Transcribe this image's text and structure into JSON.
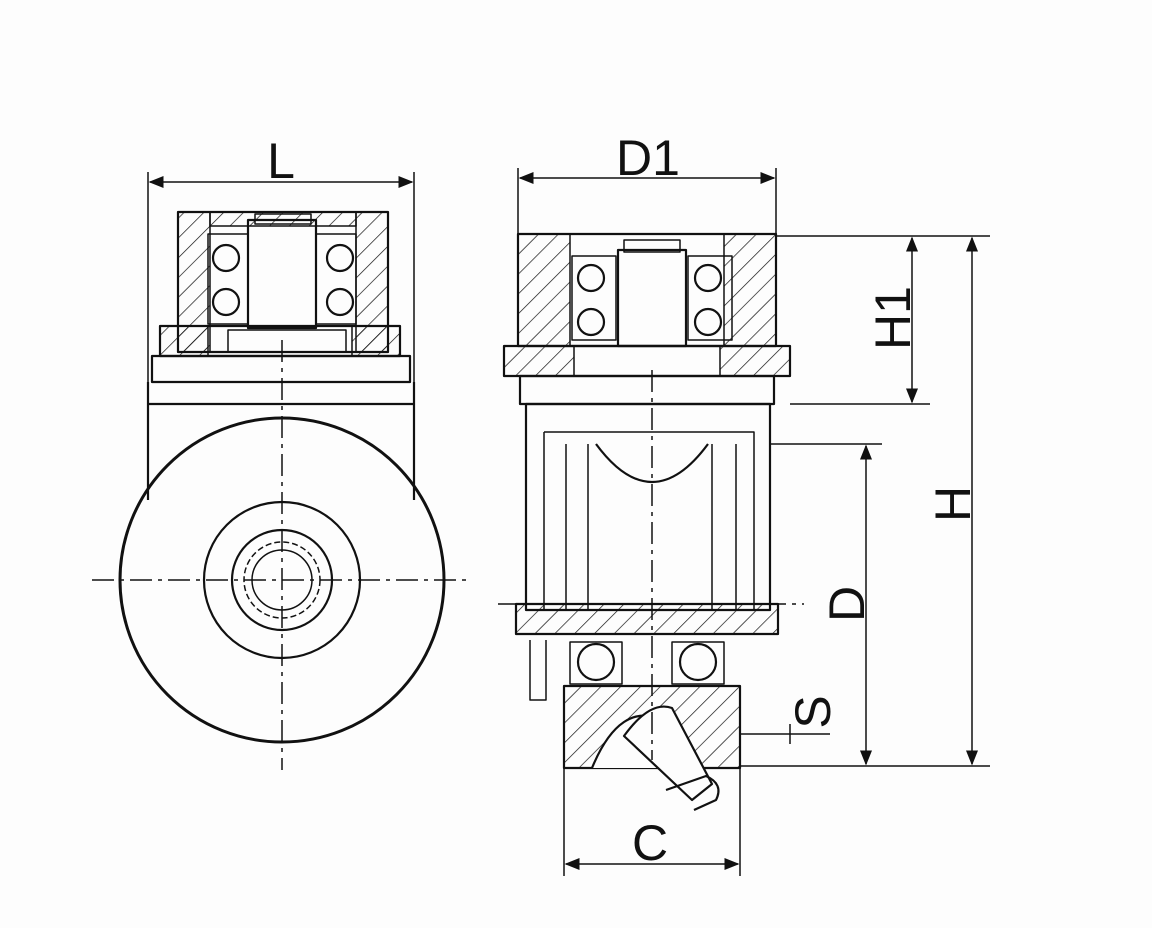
{
  "dimensions": {
    "L": "L",
    "D1": "D1",
    "H1": "H1",
    "H": "H",
    "D": "D",
    "S": "S",
    "C": "C"
  },
  "colors": {
    "ink": "#111111",
    "paper": "#fdfdfd"
  }
}
